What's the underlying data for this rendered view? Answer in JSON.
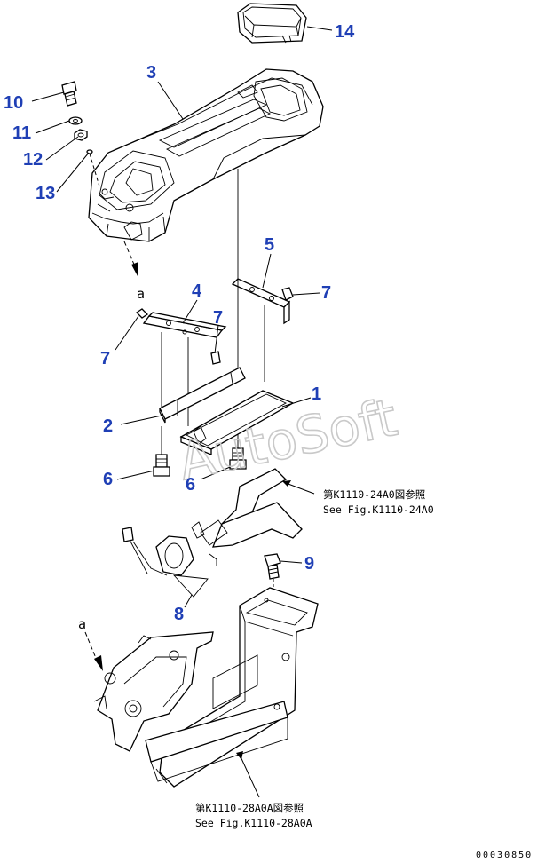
{
  "parts": [
    {
      "id": "p1",
      "label": "1"
    },
    {
      "id": "p2",
      "label": "2"
    },
    {
      "id": "p3",
      "label": "3"
    },
    {
      "id": "p4",
      "label": "4"
    },
    {
      "id": "p5",
      "label": "5"
    },
    {
      "id": "p6a",
      "label": "6"
    },
    {
      "id": "p6b",
      "label": "6"
    },
    {
      "id": "p7a",
      "label": "7"
    },
    {
      "id": "p7b",
      "label": "7"
    },
    {
      "id": "p7c",
      "label": "7"
    },
    {
      "id": "p8",
      "label": "8"
    },
    {
      "id": "p9",
      "label": "9"
    },
    {
      "id": "p10",
      "label": "10"
    },
    {
      "id": "p11",
      "label": "11"
    },
    {
      "id": "p12",
      "label": "12"
    },
    {
      "id": "p13",
      "label": "13"
    },
    {
      "id": "p14",
      "label": "14"
    }
  ],
  "connection_marks": {
    "top": "a",
    "bottom": "a"
  },
  "references": {
    "upper": {
      "jp": "第K1110-24A0図参照",
      "en": "See Fig.K1110-24A0"
    },
    "lower": {
      "jp": "第K1110-28A0A図参照",
      "en": "See Fig.K1110-28A0A"
    }
  },
  "watermark": "AutoSoft",
  "drawing_id": "00030850",
  "colors": {
    "part_number": "#1f3fb5",
    "line": "#000000",
    "watermark": "#c9c9c9"
  }
}
